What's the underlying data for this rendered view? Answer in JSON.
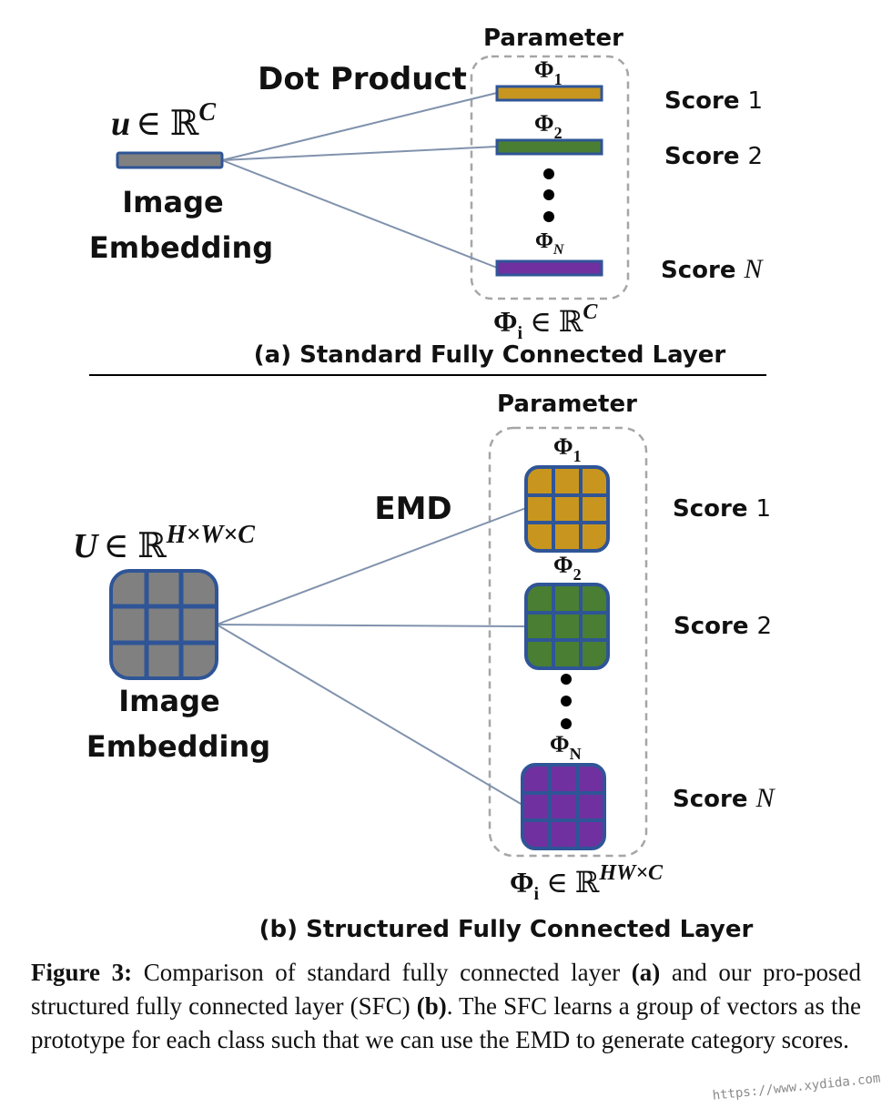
{
  "panel_a": {
    "parameter_label": "Parameter",
    "op_label": "Dot Product",
    "embedding_var": "u",
    "embedding_set": "∈ ℝ",
    "embedding_sup": "C",
    "embedding_label_line1": "Image",
    "embedding_label_line2": "Embedding",
    "phi_labels": [
      {
        "base": "Φ",
        "sub": "1"
      },
      {
        "base": "Φ",
        "sub": "2"
      },
      {
        "base": "Φ",
        "sub": "N"
      }
    ],
    "scores": [
      {
        "text": "Score ",
        "idx": "1"
      },
      {
        "text": "Score ",
        "idx": "2"
      },
      {
        "text": "Score ",
        "idx": "N"
      }
    ],
    "param_space": {
      "base": "Φ",
      "sub": "i",
      "set": " ∈ ℝ",
      "sup": "C"
    },
    "title": "(a) Standard Fully Connected Layer"
  },
  "panel_b": {
    "parameter_label": "Parameter",
    "op_label": "EMD",
    "embedding_var": "U",
    "embedding_set": "∈ ℝ",
    "embedding_sup": "H×W×C",
    "embedding_label_line1": "Image",
    "embedding_label_line2": "Embedding",
    "phi_labels": [
      {
        "base": "Φ",
        "sub": "1"
      },
      {
        "base": "Φ",
        "sub": "2"
      },
      {
        "base": "Φ",
        "sub": "N"
      }
    ],
    "scores": [
      {
        "text": "Score ",
        "idx": "1"
      },
      {
        "text": "Score ",
        "idx": "2"
      },
      {
        "text": "Score ",
        "idx": "N"
      }
    ],
    "param_space": {
      "base": "Φ",
      "sub": "i",
      "set": " ∈ ℝ",
      "sup": "HW×C"
    },
    "title": "(b) Structured Fully Connected Layer"
  },
  "colors": {
    "embedding": "#808080",
    "class1": "#c8961e",
    "class2": "#4a7e32",
    "classN": "#7030a0",
    "border": "#2f5597",
    "connector": "#8092ad"
  },
  "caption": {
    "lead": "Figure 3:",
    "part1": " Comparison of standard fully connected layer ",
    "ref_a": "(a)",
    "part2": " and our pro-posed structured fully connected layer (SFC) ",
    "ref_b": "(b)",
    "part3": ". The SFC learns a group of vectors as the prototype for each class such that we can use the EMD to generate category scores."
  },
  "watermark": "https://www.xydida.com"
}
